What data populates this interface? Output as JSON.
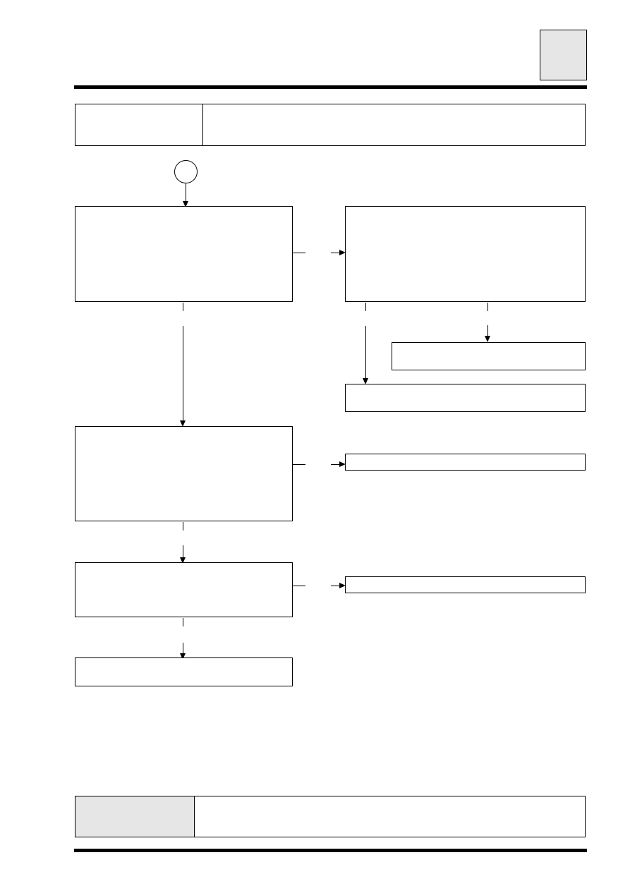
{
  "page": {
    "tab_marker": "",
    "header": {
      "left": "",
      "right": ""
    },
    "footer": {
      "left": "",
      "right": ""
    }
  },
  "diagram": {
    "start_connector": "",
    "steps": [
      {
        "id": "step-1",
        "text": ""
      },
      {
        "id": "step-1-branch",
        "text": ""
      },
      {
        "id": "step-1-branch-result-a",
        "text": ""
      },
      {
        "id": "step-1-branch-result-b",
        "text": ""
      },
      {
        "id": "step-2",
        "text": ""
      },
      {
        "id": "step-2-branch",
        "text": ""
      },
      {
        "id": "step-3",
        "text": ""
      },
      {
        "id": "step-3-branch",
        "text": ""
      },
      {
        "id": "step-4",
        "text": ""
      }
    ],
    "edge_labels": {
      "step1_to_branch": "",
      "step1_down": "",
      "branch_left_down": "",
      "branch_right_down": "",
      "step2_to_branch": "",
      "step2_down": "",
      "step3_to_branch": "",
      "step3_down": ""
    }
  }
}
